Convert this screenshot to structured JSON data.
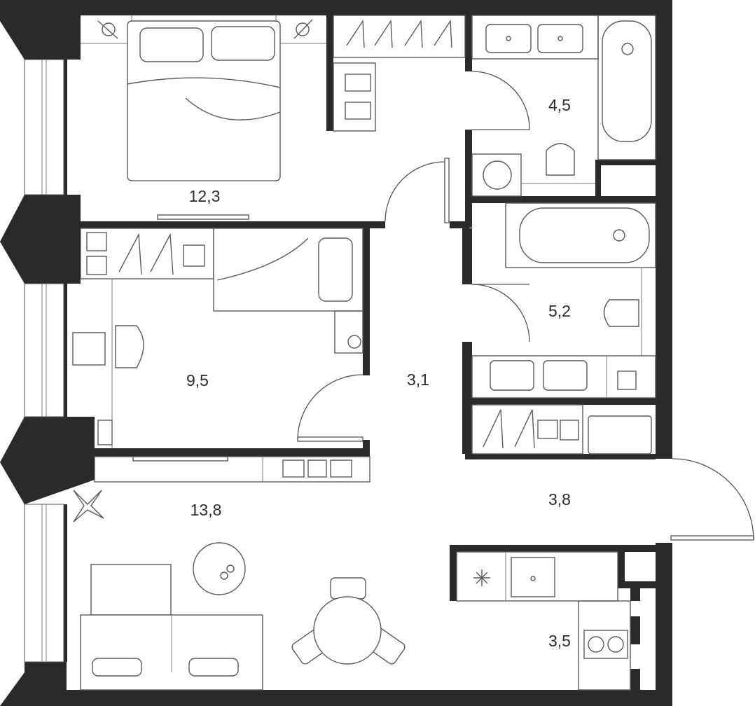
{
  "rooms": {
    "bedroom": {
      "area": "12,3"
    },
    "bathroom_top": {
      "area": "4,5"
    },
    "kids_room": {
      "area": "9,5"
    },
    "bathroom_mid": {
      "area": "5,2"
    },
    "corridor": {
      "area": "3,1"
    },
    "hall": {
      "area": "3,8"
    },
    "living_room": {
      "area": "13,8"
    },
    "kitchen": {
      "area": "3,5"
    }
  },
  "colors": {
    "wall": "#2a2a2a",
    "line": "#5a5a5a",
    "background": "#ffffff"
  }
}
